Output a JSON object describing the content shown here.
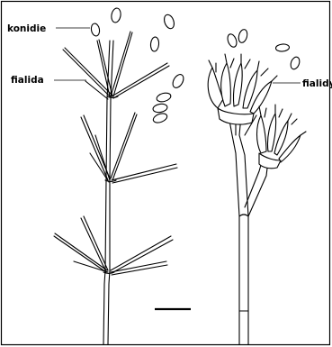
{
  "labels": {
    "konidie": "konidie",
    "fialida": "fialida",
    "fialidy": "fialidy"
  }
}
